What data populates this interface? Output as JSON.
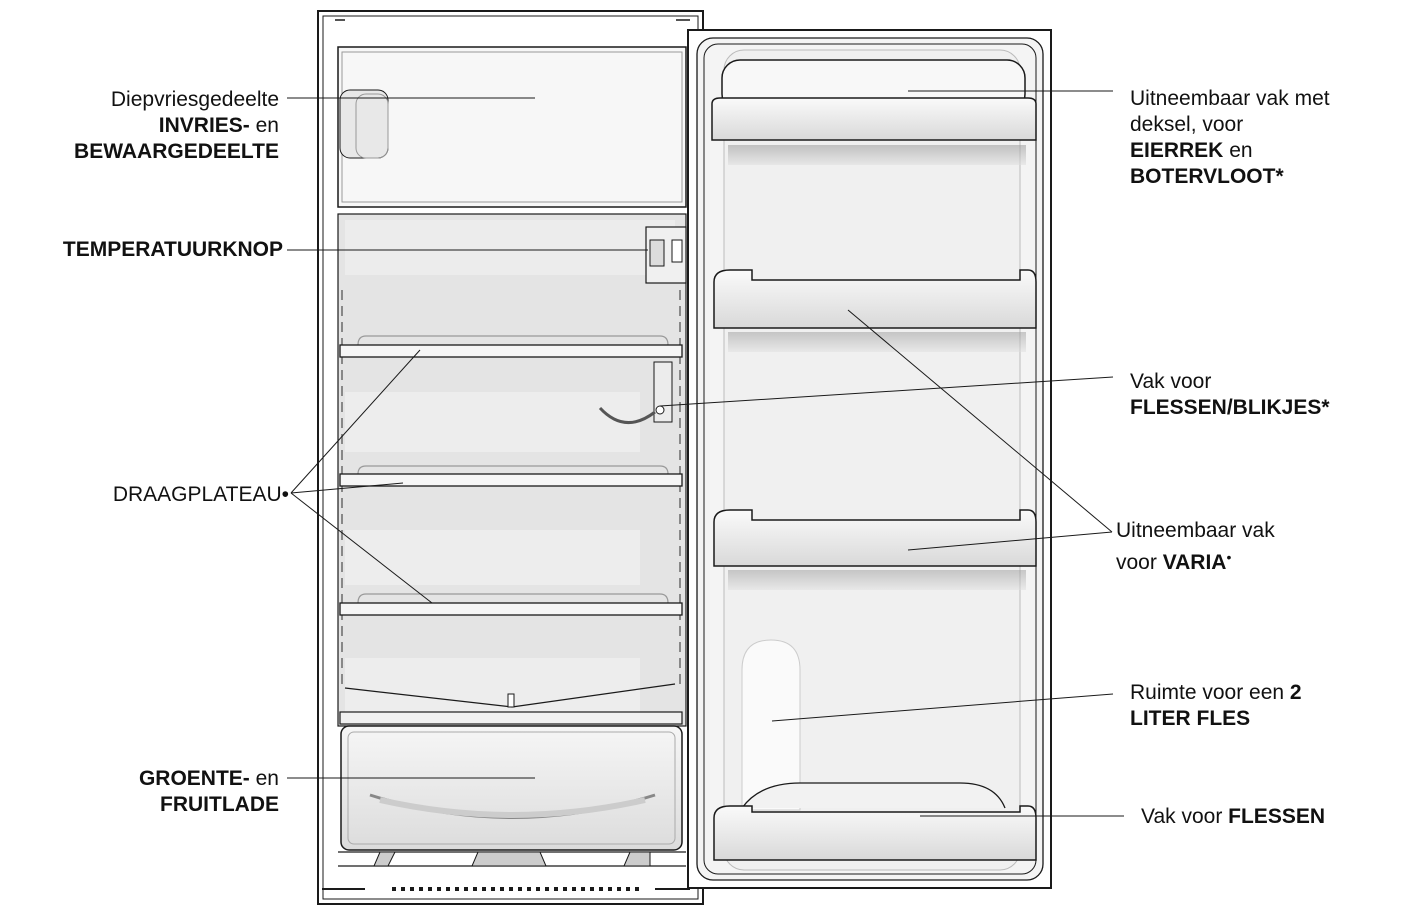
{
  "labels": {
    "freezer": {
      "line1": "Diepvriesgedeelte",
      "line2_bold": "INVRIES-",
      "line2_rest": " en",
      "line3_bold": "BEWAARGEDEELTE"
    },
    "thermostat": {
      "bold": "TEMPERATUURKNOP"
    },
    "shelf": {
      "text": "DRAAGPLATEAU",
      "mark": "•"
    },
    "crisper": {
      "line1_bold": "GROENTE-",
      "line1_rest": " en",
      "line2_bold": "FRUITLADE"
    },
    "egg_butter": {
      "line1": "Uitneembaar vak met",
      "line2": "deksel, voor",
      "line3_bold": "EIERREK",
      "line3_rest": " en",
      "line4_bold": "BOTERVLOOT*"
    },
    "cans": {
      "line1": "Vak voor",
      "line2_bold": "FLESSEN/BLIKJES*"
    },
    "varia": {
      "line1": "Uitneembaar vak",
      "line2_pre": "voor ",
      "line2_bold": "VARIA",
      "mark": "•"
    },
    "two_liter": {
      "line1_pre": "Ruimte voor een ",
      "line1_bold": "2",
      "line2_bold": "LITER FLES"
    },
    "bottles": {
      "pre": "Vak voor ",
      "bold": "FLESSEN"
    }
  },
  "colors": {
    "line": "#1a1a1a",
    "interior": "#e6e6e6",
    "shelf": "#f4f4f4",
    "door": "#f2f2f2",
    "bin": "#dedede"
  }
}
